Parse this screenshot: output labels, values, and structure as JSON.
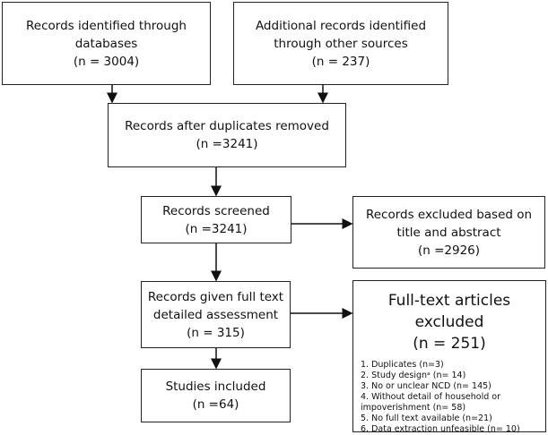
{
  "boxes": {
    "databases": {
      "line1": "Records identified through",
      "line2": "databases",
      "count": "(n = 3004)"
    },
    "other_sources": {
      "line1": "Additional records identified",
      "line2": "through other sources",
      "count": "(n = 237)"
    },
    "duplicates_removed": {
      "line1": "Records after duplicates removed",
      "count": "(n =3241)"
    },
    "screened": {
      "line1": "Records screened",
      "count": "(n =3241)"
    },
    "excluded_title": {
      "line1": "Records excluded based on",
      "line2": "title and abstract",
      "count": "(n =2926)"
    },
    "full_text": {
      "line1": "Records given full text",
      "line2": "detailed assessment",
      "count": "(n = 315)"
    },
    "full_text_excluded": {
      "title": "Full-text articles excluded",
      "count": "(n = 251)",
      "reasons": [
        "1.  Duplicates (n=3)",
        "2.  Study designᵃ (n= 14)",
        "3.  No or unclear NCD (n= 145)",
        "4.  Without detail of household or impoverishment (n= 58)",
        "5.  No full text available (n=21)",
        "6.  Data extraction unfeasible (n= 10)"
      ]
    },
    "included": {
      "line1": "Studies included",
      "count": "(n =64)"
    }
  }
}
